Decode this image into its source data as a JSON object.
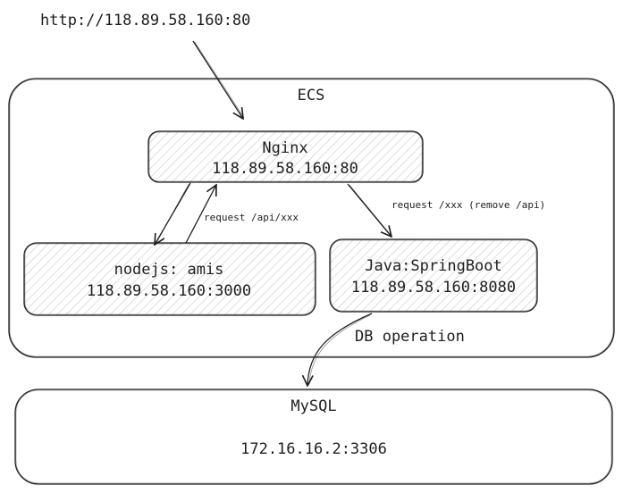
{
  "url": "http://118.89.58.160:80",
  "ecs": {
    "title": "ECS"
  },
  "nginx": {
    "name": "Nginx",
    "address": "118.89.58.160:80"
  },
  "nodejs": {
    "name": "nodejs: amis",
    "address": "118.89.58.160:3000"
  },
  "java": {
    "name": "Java:SpringBoot",
    "address": "118.89.58.160:8080"
  },
  "mysql": {
    "name": "MySQL",
    "address": "172.16.16.2:3306"
  },
  "edges": {
    "nginx_to_java": "request /xxx (remove /api)",
    "node_to_nginx": "request /api/xxx",
    "db": "DB operation"
  },
  "colors": {
    "stroke": "#1e1e1e",
    "hatch": "#c8c8c8",
    "background": "#ffffff"
  }
}
